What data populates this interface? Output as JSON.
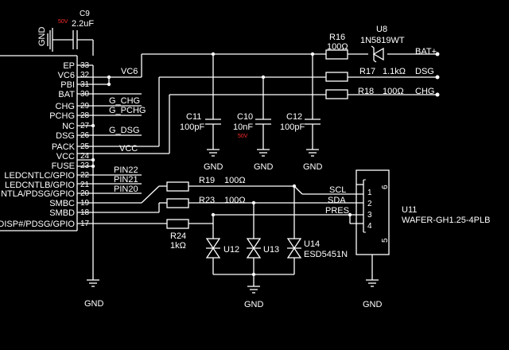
{
  "colors": {
    "background": "#000000",
    "wire": "#ffffff",
    "text": "#ffffff",
    "voltage_note": "#ff2a2a"
  },
  "ic_pins": [
    {
      "name": "EP",
      "num": "33"
    },
    {
      "name": "VC6",
      "num": "32"
    },
    {
      "name": "PBI",
      "num": "31"
    },
    {
      "name": "BAT",
      "num": "30"
    },
    {
      "name": "CHG",
      "num": "29"
    },
    {
      "name": "PCHG",
      "num": "28"
    },
    {
      "name": "NC",
      "num": "27"
    },
    {
      "name": "DSG",
      "num": "26"
    },
    {
      "name": "PACK",
      "num": "25"
    },
    {
      "name": "VCC",
      "num": "24"
    },
    {
      "name": "FUSE",
      "num": "23"
    },
    {
      "name": "LEDCNTLC/GPIO",
      "num": "22"
    },
    {
      "name": "LEDCNTLB/GPIO",
      "num": "21"
    },
    {
      "name": "NTLA/PDSG/GPIO",
      "num": "20"
    },
    {
      "name": "SMBC",
      "num": "19"
    },
    {
      "name": "SMBD",
      "num": "18"
    },
    {
      "name": "DISP#/PDSG/GPIO",
      "num": "17"
    }
  ],
  "net_labels": {
    "vc6": "VC6",
    "g_chg": "G_CHG",
    "g_pchg": "G_PCHG",
    "g_dsg": "G_DSG",
    "vcc": "VCC",
    "pin22": "PIN22",
    "pin21": "PIN21",
    "pin20": "PIN20",
    "scl": "SCL",
    "sda": "SDA",
    "pres": "PRES",
    "bat_plus": "BAT+",
    "dsg_out": "DSG",
    "chg_out": "CHG"
  },
  "components": {
    "c9": {
      "ref": "C9",
      "value": "2.2uF",
      "voltage": "50V"
    },
    "c10": {
      "ref": "C10",
      "value": "10nF",
      "voltage": "50V"
    },
    "c11": {
      "ref": "C11",
      "value": "100pF"
    },
    "c12": {
      "ref": "C12",
      "value": "100pF"
    },
    "r16": {
      "ref": "R16",
      "value": "100Ω"
    },
    "r17": {
      "ref": "R17",
      "value": "1.1kΩ"
    },
    "r18": {
      "ref": "R18",
      "value": "100Ω"
    },
    "r19": {
      "ref": "R19",
      "value": "100Ω"
    },
    "r23": {
      "ref": "R23",
      "value": "100Ω"
    },
    "r24": {
      "ref": "R24",
      "value": "1kΩ"
    },
    "u8": {
      "ref": "U8",
      "value": "1N5819WT"
    },
    "u11": {
      "ref": "U11",
      "value": "WAFER-GH1.25-4PLB"
    },
    "u12": {
      "ref": "U12"
    },
    "u13": {
      "ref": "U13"
    },
    "u14": {
      "ref": "U14",
      "value": "ESD5451N"
    }
  },
  "connector_pins": [
    "1",
    "2",
    "3",
    "4",
    "5",
    "6"
  ],
  "gnd_label": "GND"
}
